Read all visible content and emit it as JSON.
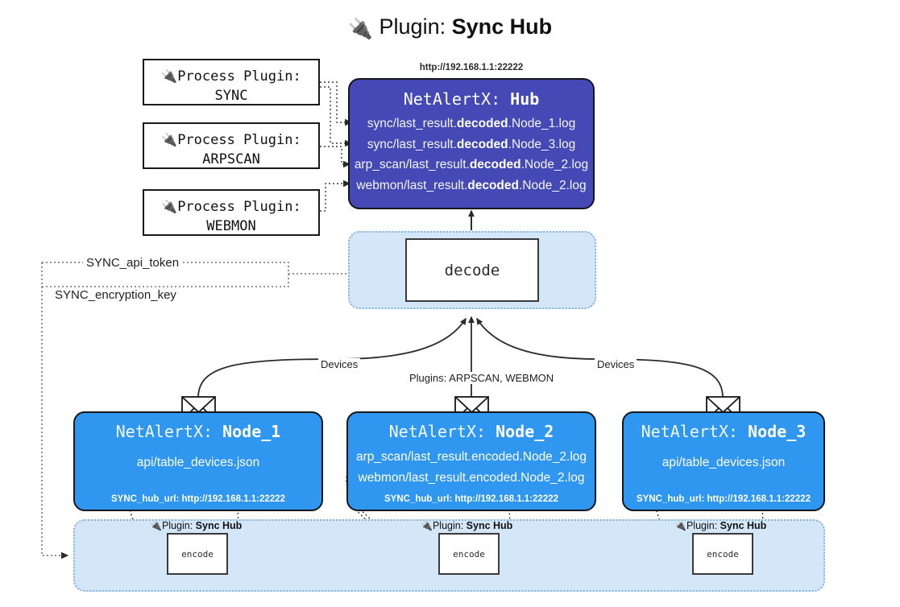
{
  "title": {
    "icon": "plug-icon",
    "prefix": "Plugin: ",
    "name": "Sync Hub"
  },
  "colors": {
    "hub_fill": "#4449b5",
    "node_fill": "#2f97ef",
    "container_fill": "#d4e7f8",
    "container_border": "#8ab4d8",
    "stroke": "#16161d",
    "page_bg": "#ffffff"
  },
  "process_plugins": [
    {
      "icon": "plug-icon",
      "line1": "Process Plugin:",
      "line2": "SYNC"
    },
    {
      "icon": "plug-icon",
      "line1": "Process Plugin:",
      "line2": "ARPSCAN"
    },
    {
      "icon": "plug-icon",
      "line1": "Process Plugin:",
      "line2": "WEBMON"
    }
  ],
  "hub": {
    "url": "http://192.168.1.1:22222",
    "title_prefix": "NetAlertX: ",
    "title_name": "Hub",
    "logs": [
      {
        "pre": "sync/last_result.",
        "mid": "decoded",
        "post": ".Node_1.log"
      },
      {
        "pre": "sync/last_result.",
        "mid": "decoded",
        "post": ".Node_3.log"
      },
      {
        "pre": "arp_scan/last_result.",
        "mid": "decoded",
        "post": ".Node_2.log"
      },
      {
        "pre": "webmon/last_result.",
        "mid": "decoded",
        "post": ".Node_2.log"
      }
    ]
  },
  "decode": {
    "label": "decode"
  },
  "secrets": {
    "api_token": "SYNC_api_token",
    "encryption_key": "SYNC_encryption_key"
  },
  "edge_labels": {
    "devices_left": "Devices",
    "devices_right": "Devices",
    "plugins_center": "Plugins: ARPSCAN, WEBMON"
  },
  "nodes": [
    {
      "title_prefix": "NetAlertX: ",
      "title_name": "Node_1",
      "lines": [
        "api/table_devices.json"
      ],
      "footer": "SYNC_hub_url: http://192.168.1.1:22222",
      "mail_icon": "envelope-icon"
    },
    {
      "title_prefix": "NetAlertX: ",
      "title_name": "Node_2",
      "lines": [
        "arp_scan/last_result.encoded.Node_2.log",
        "webmon/last_result.encoded.Node_2.log"
      ],
      "footer": "SYNC_hub_url: http://192.168.1.1:22222",
      "mail_icon": "envelope-icon"
    },
    {
      "title_prefix": "NetAlertX: ",
      "title_name": "Node_3",
      "lines": [
        "api/table_devices.json"
      ],
      "footer": "SYNC_hub_url: http://192.168.1.1:22222",
      "mail_icon": "envelope-icon"
    }
  ],
  "encoders": [
    {
      "caption_icon": "plug-icon",
      "caption_prefix": "Plugin: ",
      "caption_name": "Sync Hub",
      "label": "encode"
    },
    {
      "caption_icon": "plug-icon",
      "caption_prefix": "Plugin: ",
      "caption_name": "Sync Hub",
      "label": "encode"
    },
    {
      "caption_icon": "plug-icon",
      "caption_prefix": "Plugin: ",
      "caption_name": "Sync Hub",
      "label": "encode"
    }
  ]
}
